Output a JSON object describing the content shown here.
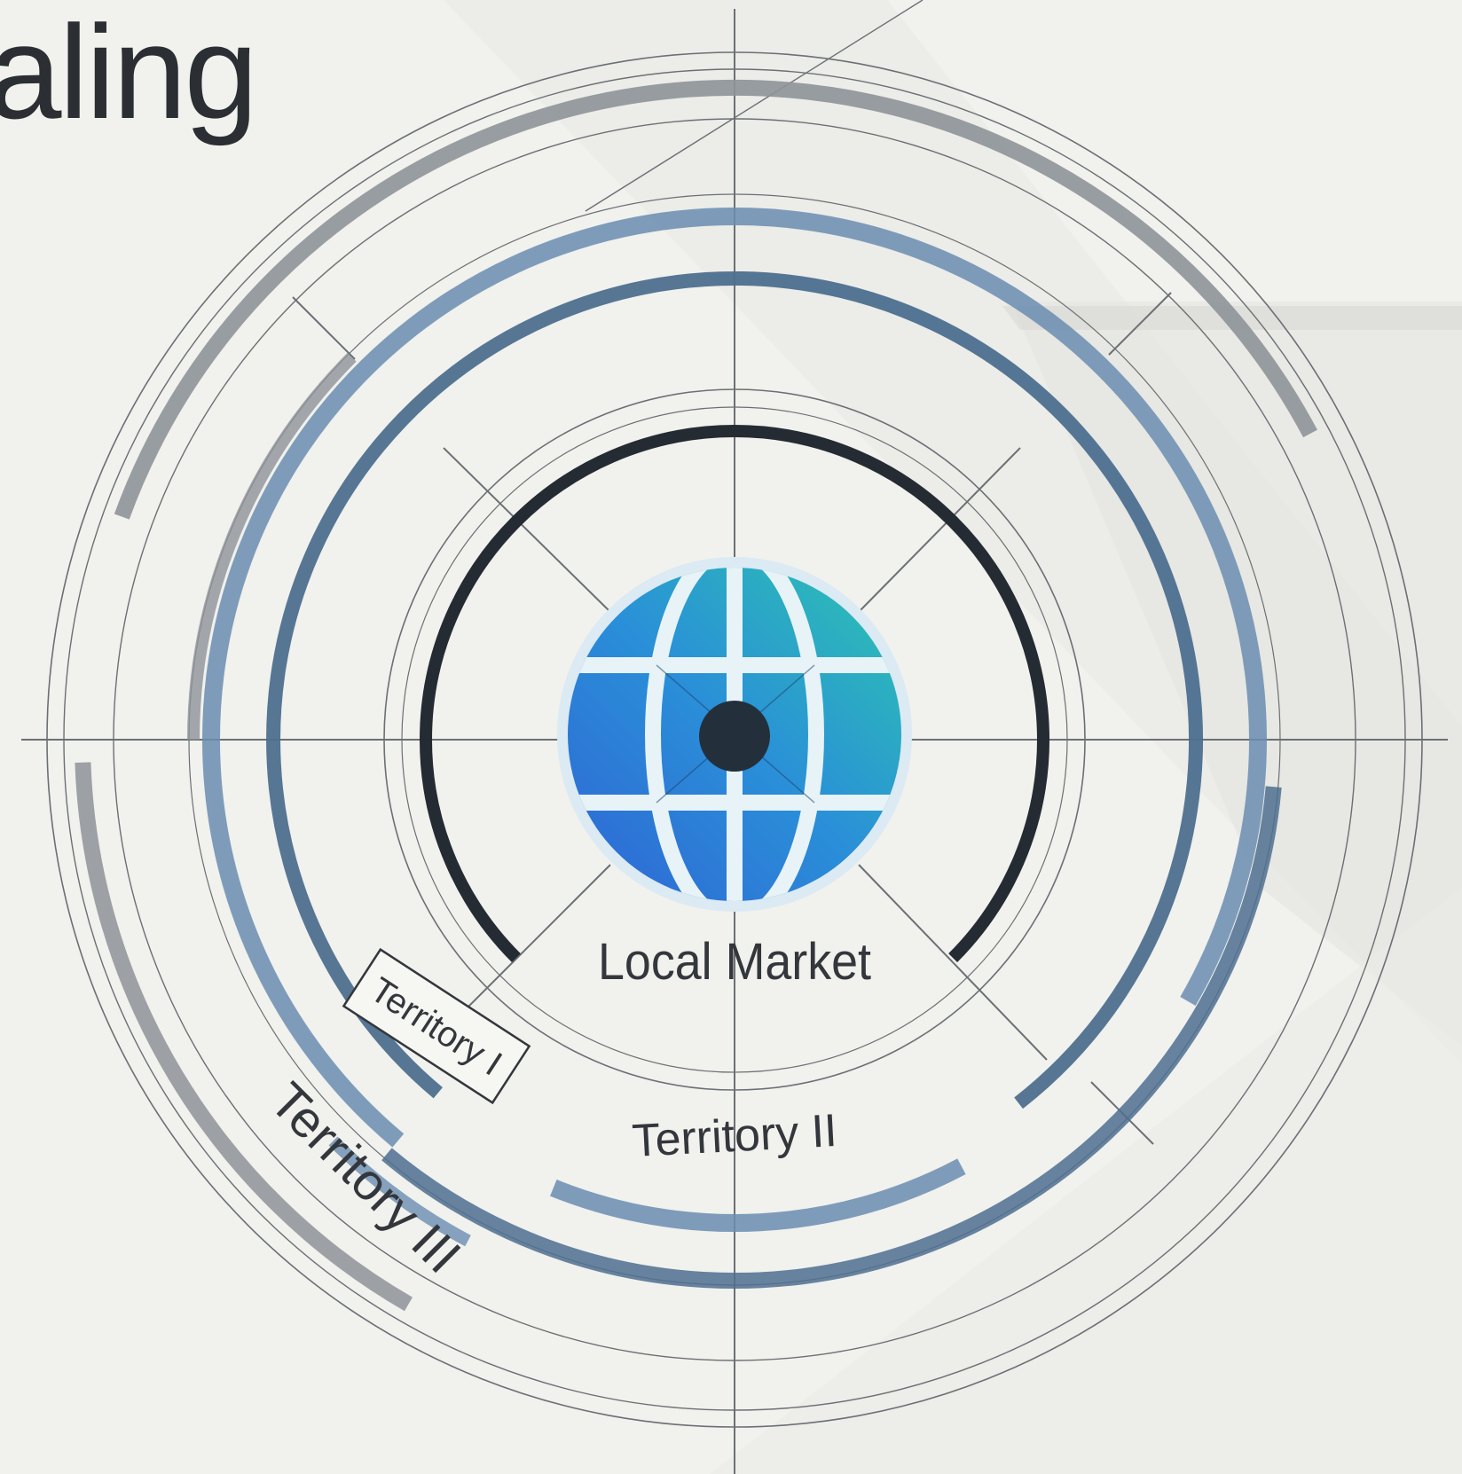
{
  "title_fragment": "aling",
  "center": {
    "icon": "globe-icon",
    "label": "Local Market"
  },
  "territories": [
    "Territory I",
    "Territory II",
    "Territory III"
  ],
  "colors": {
    "background": "#f1f1ed",
    "local_ring": "#252b33",
    "territory_rings": "#4d6f8f",
    "territory_ring_light": "#6a8db0",
    "outer_ring": "#8e9398",
    "guide_lines": "#6b7075",
    "globe_left": "#2f6fd6",
    "globe_right": "#2cc0b0"
  }
}
